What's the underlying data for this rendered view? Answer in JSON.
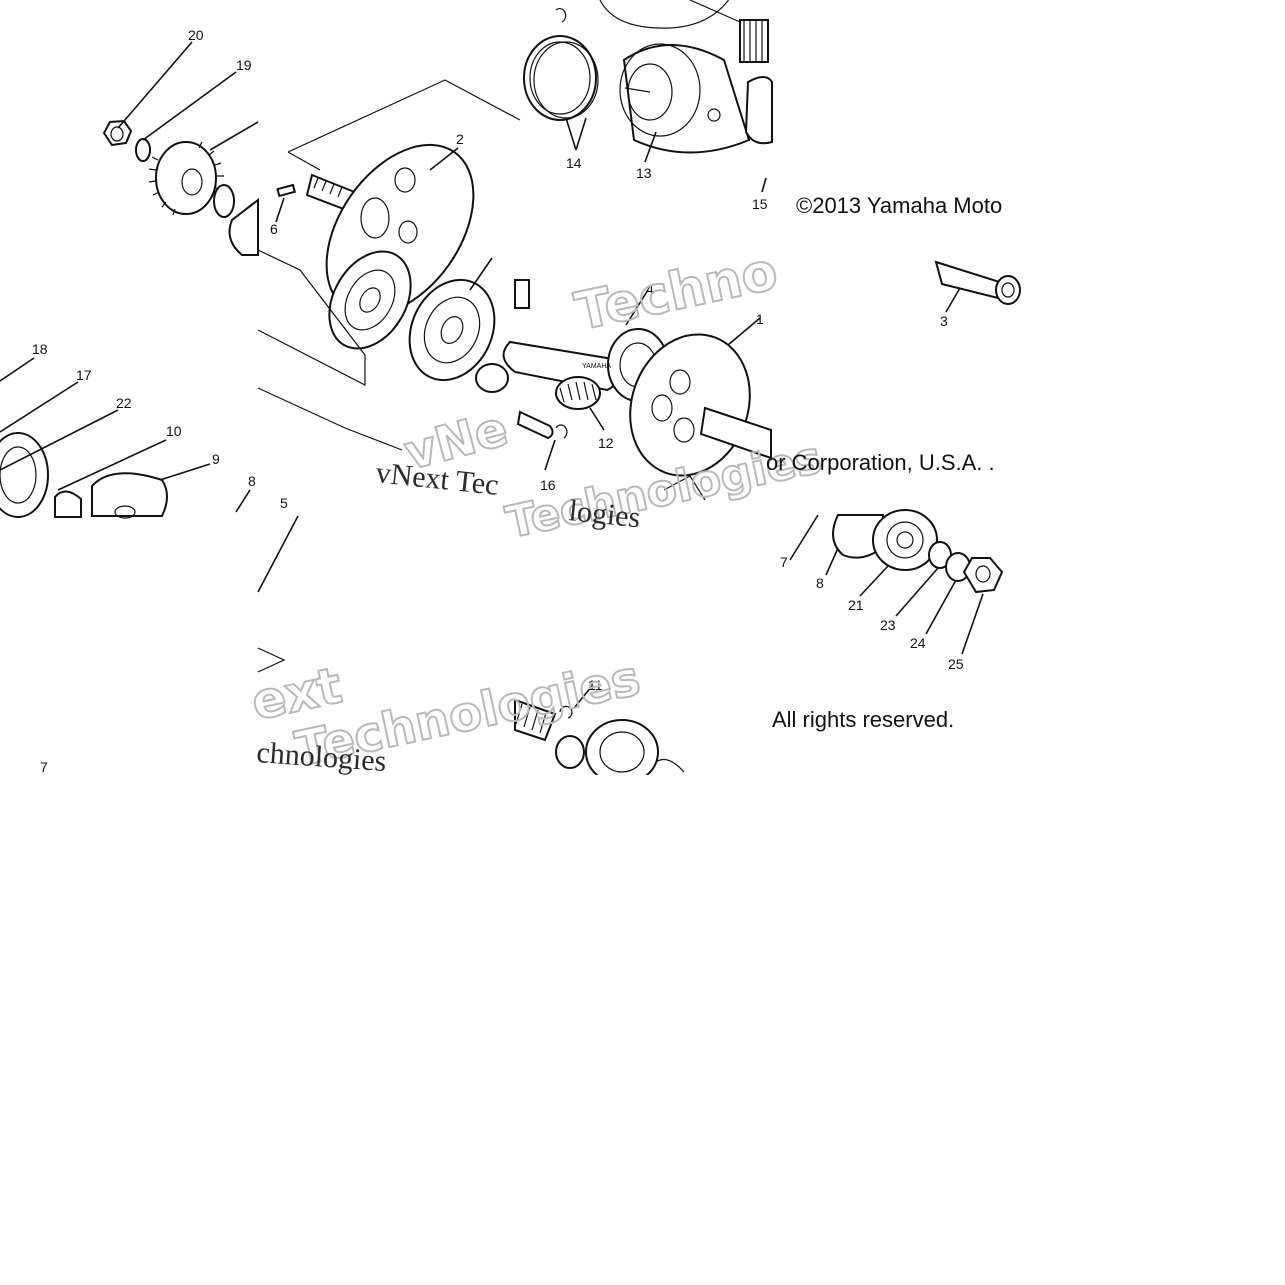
{
  "copyright": {
    "line1": "©2013 Yamaha Moto",
    "line2": "or Corporation, U.S.A. .",
    "line3": "All rights reserved."
  },
  "watermarks": {
    "tech_outline_1": "Techno",
    "tech_outline_2": "Technologies",
    "next_outline": "ext",
    "vnext_outline": "vNe",
    "vnext_serif": "vNext Tec",
    "logies_serif": "logies",
    "chnologies_serif": "chnologies"
  },
  "callouts": {
    "c1": "1",
    "c2": "2",
    "c3": "3",
    "c4": "4",
    "c5": "5",
    "c6": "6",
    "c7a": "7",
    "c7b": "7",
    "c8a": "8",
    "c8b": "8",
    "c9": "9",
    "c10": "10",
    "c11": "11",
    "c12": "12",
    "c13": "13",
    "c14": "14",
    "c15": "15",
    "c16": "16",
    "c17": "17",
    "c18": "18",
    "c19": "19",
    "c20": "20",
    "c21": "21",
    "c22": "22",
    "c23": "23",
    "c24": "24",
    "c25": "25"
  },
  "part_label_logo": "YAMAHA"
}
